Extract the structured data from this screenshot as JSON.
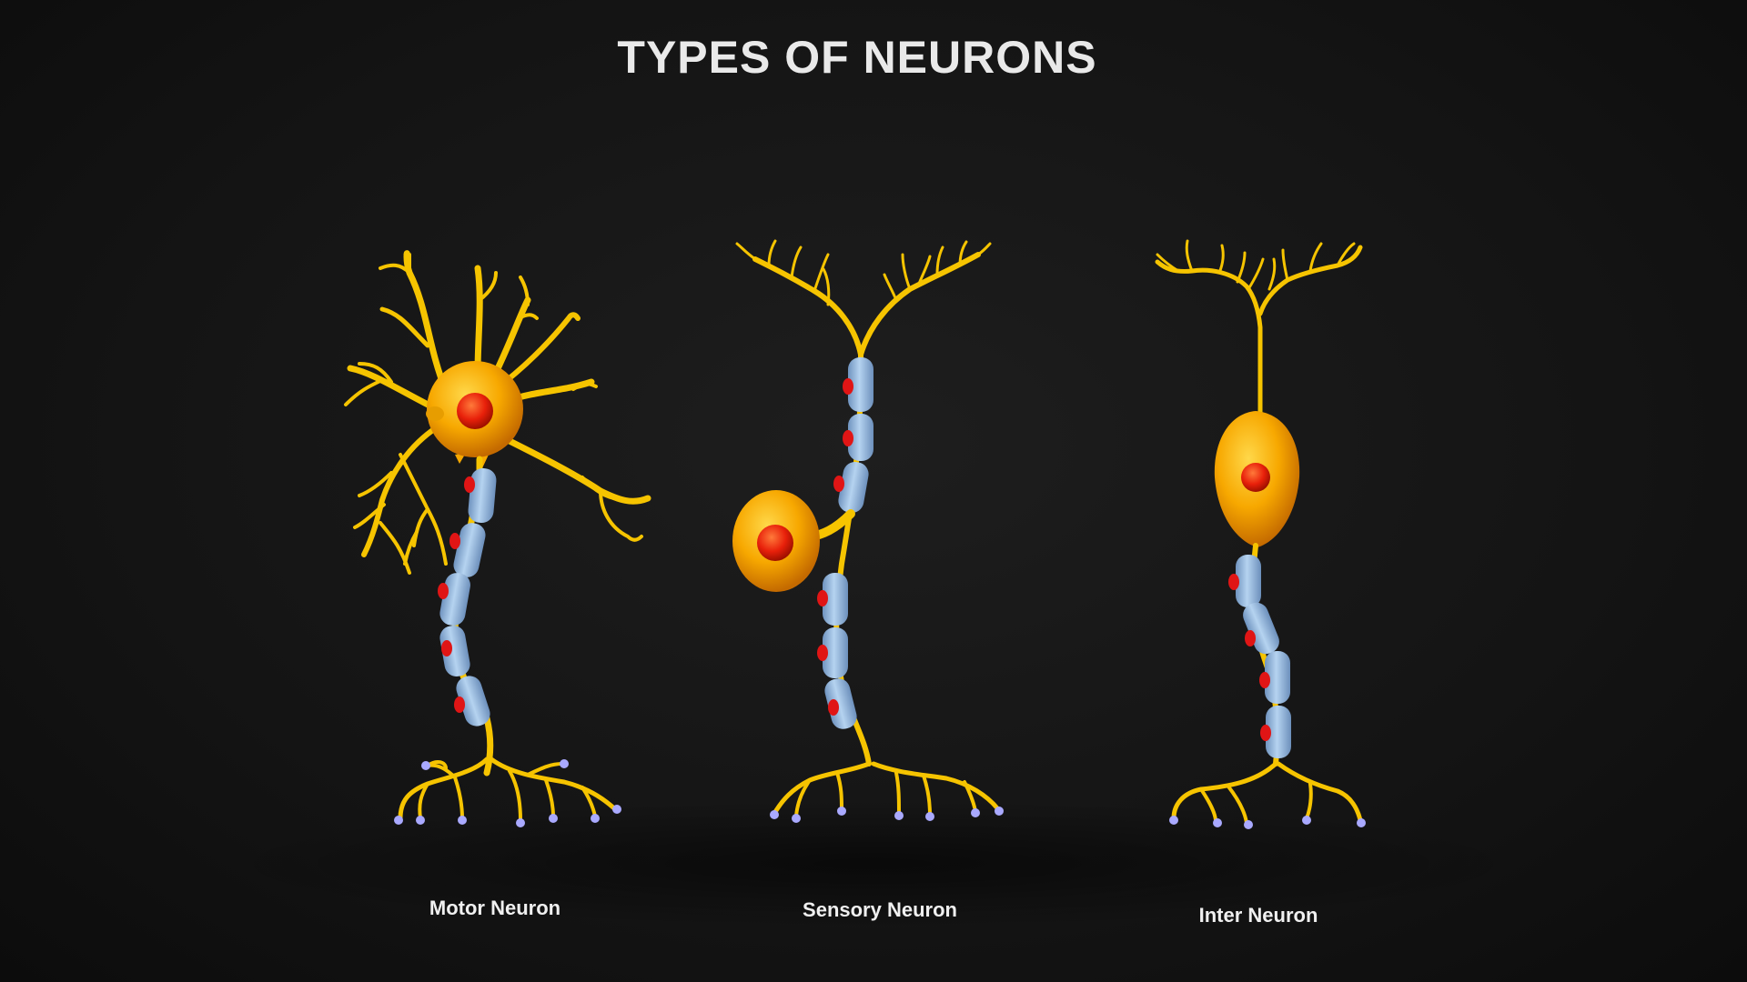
{
  "diagram": {
    "title": "TYPES OF NEURONS",
    "neurons": [
      {
        "label": "Motor Neuron"
      },
      {
        "label": "Sensory Neuron"
      },
      {
        "label": "Inter Neuron"
      }
    ]
  },
  "colors": {
    "background": "#141414",
    "dendrite": "#f6c400",
    "soma": "#f7a800",
    "nucleus": "#e8200a",
    "myelin": "#8fb4da",
    "node_of_ranvier": "#e01515",
    "axon_terminal": "#a9a9ff",
    "text": "#f0f0f0"
  }
}
